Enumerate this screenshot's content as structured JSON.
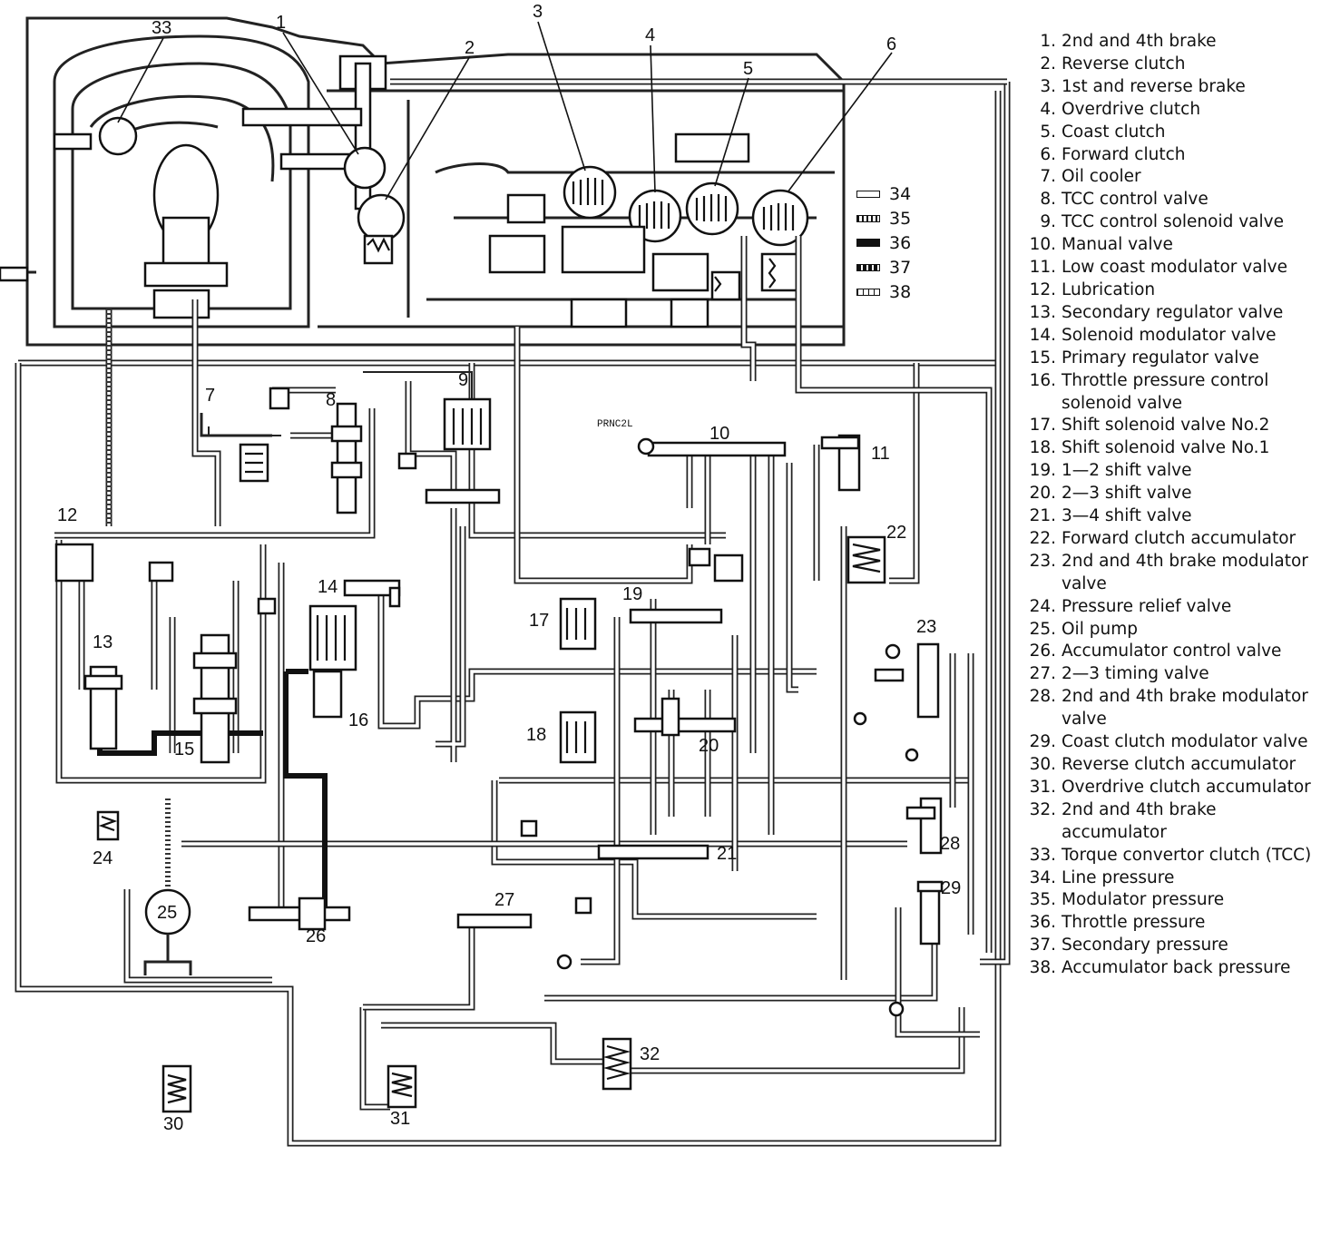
{
  "legend": [
    {
      "num": "1.",
      "text": "2nd and 4th brake"
    },
    {
      "num": "2.",
      "text": "Reverse clutch"
    },
    {
      "num": "3.",
      "text": "1st and reverse brake"
    },
    {
      "num": "4.",
      "text": "Overdrive clutch"
    },
    {
      "num": "5.",
      "text": "Coast clutch"
    },
    {
      "num": "6.",
      "text": "Forward clutch"
    },
    {
      "num": "7.",
      "text": "Oil cooler"
    },
    {
      "num": "8.",
      "text": "TCC control valve"
    },
    {
      "num": "9.",
      "text": "TCC control solenoid valve"
    },
    {
      "num": "10.",
      "text": "Manual valve"
    },
    {
      "num": "11.",
      "text": "Low coast modulator valve"
    },
    {
      "num": "12.",
      "text": "Lubrication"
    },
    {
      "num": "13.",
      "text": "Secondary regulator valve"
    },
    {
      "num": "14.",
      "text": "Solenoid modulator valve"
    },
    {
      "num": "15.",
      "text": "Primary regulator valve"
    },
    {
      "num": "16.",
      "text": "Throttle pressure control solenoid valve"
    },
    {
      "num": "17.",
      "text": "Shift solenoid valve No.2"
    },
    {
      "num": "18.",
      "text": "Shift solenoid valve No.1"
    },
    {
      "num": "19.",
      "text": "1—2 shift valve"
    },
    {
      "num": "20.",
      "text": "2—3 shift valve"
    },
    {
      "num": "21.",
      "text": "3—4 shift valve"
    },
    {
      "num": "22.",
      "text": "Forward clutch accumulator"
    },
    {
      "num": "23.",
      "text": "2nd and 4th brake modulator valve"
    },
    {
      "num": "24.",
      "text": "Pressure relief valve"
    },
    {
      "num": "25.",
      "text": "Oil pump"
    },
    {
      "num": "26.",
      "text": "Accumulator control valve"
    },
    {
      "num": "27.",
      "text": "2—3 timing valve"
    },
    {
      "num": "28.",
      "text": "2nd and 4th brake modulator valve"
    },
    {
      "num": "29.",
      "text": "Coast clutch modulator valve"
    },
    {
      "num": "30.",
      "text": "Reverse clutch accumulator"
    },
    {
      "num": "31.",
      "text": "Overdrive clutch accumulator"
    },
    {
      "num": "32.",
      "text": "2nd and 4th brake accumulator"
    },
    {
      "num": "33.",
      "text": "Torque convertor clutch (TCC)"
    },
    {
      "num": "34.",
      "text": "Line pressure"
    },
    {
      "num": "35.",
      "text": "Modulator pressure"
    },
    {
      "num": "36.",
      "text": "Throttle pressure"
    },
    {
      "num": "37.",
      "text": "Secondary pressure"
    },
    {
      "num": "38.",
      "text": "Accumulator back pressure"
    }
  ],
  "pressure_key": [
    {
      "num": "34",
      "style": "line"
    },
    {
      "num": "35",
      "style": "modulator"
    },
    {
      "num": "36",
      "style": "throttle"
    },
    {
      "num": "37",
      "style": "secondary"
    },
    {
      "num": "38",
      "style": "accumulator"
    }
  ],
  "callouts": {
    "c1": "1",
    "c2": "2",
    "c3": "3",
    "c4": "4",
    "c5": "5",
    "c6": "6",
    "c7": "7",
    "c8": "8",
    "c9": "9",
    "c10": "10",
    "c11": "11",
    "c12": "12",
    "c13": "13",
    "c14": "14",
    "c15": "15",
    "c16": "16",
    "c17": "17",
    "c18": "18",
    "c19": "19",
    "c20": "20",
    "c21": "21",
    "c22": "22",
    "c23": "23",
    "c24": "24",
    "c25": "25",
    "c26": "26",
    "c27": "27",
    "c28": "28",
    "c29": "29",
    "c30": "30",
    "c31": "31",
    "c32": "32",
    "c33": "33"
  },
  "selector_label": "PRNC2L"
}
